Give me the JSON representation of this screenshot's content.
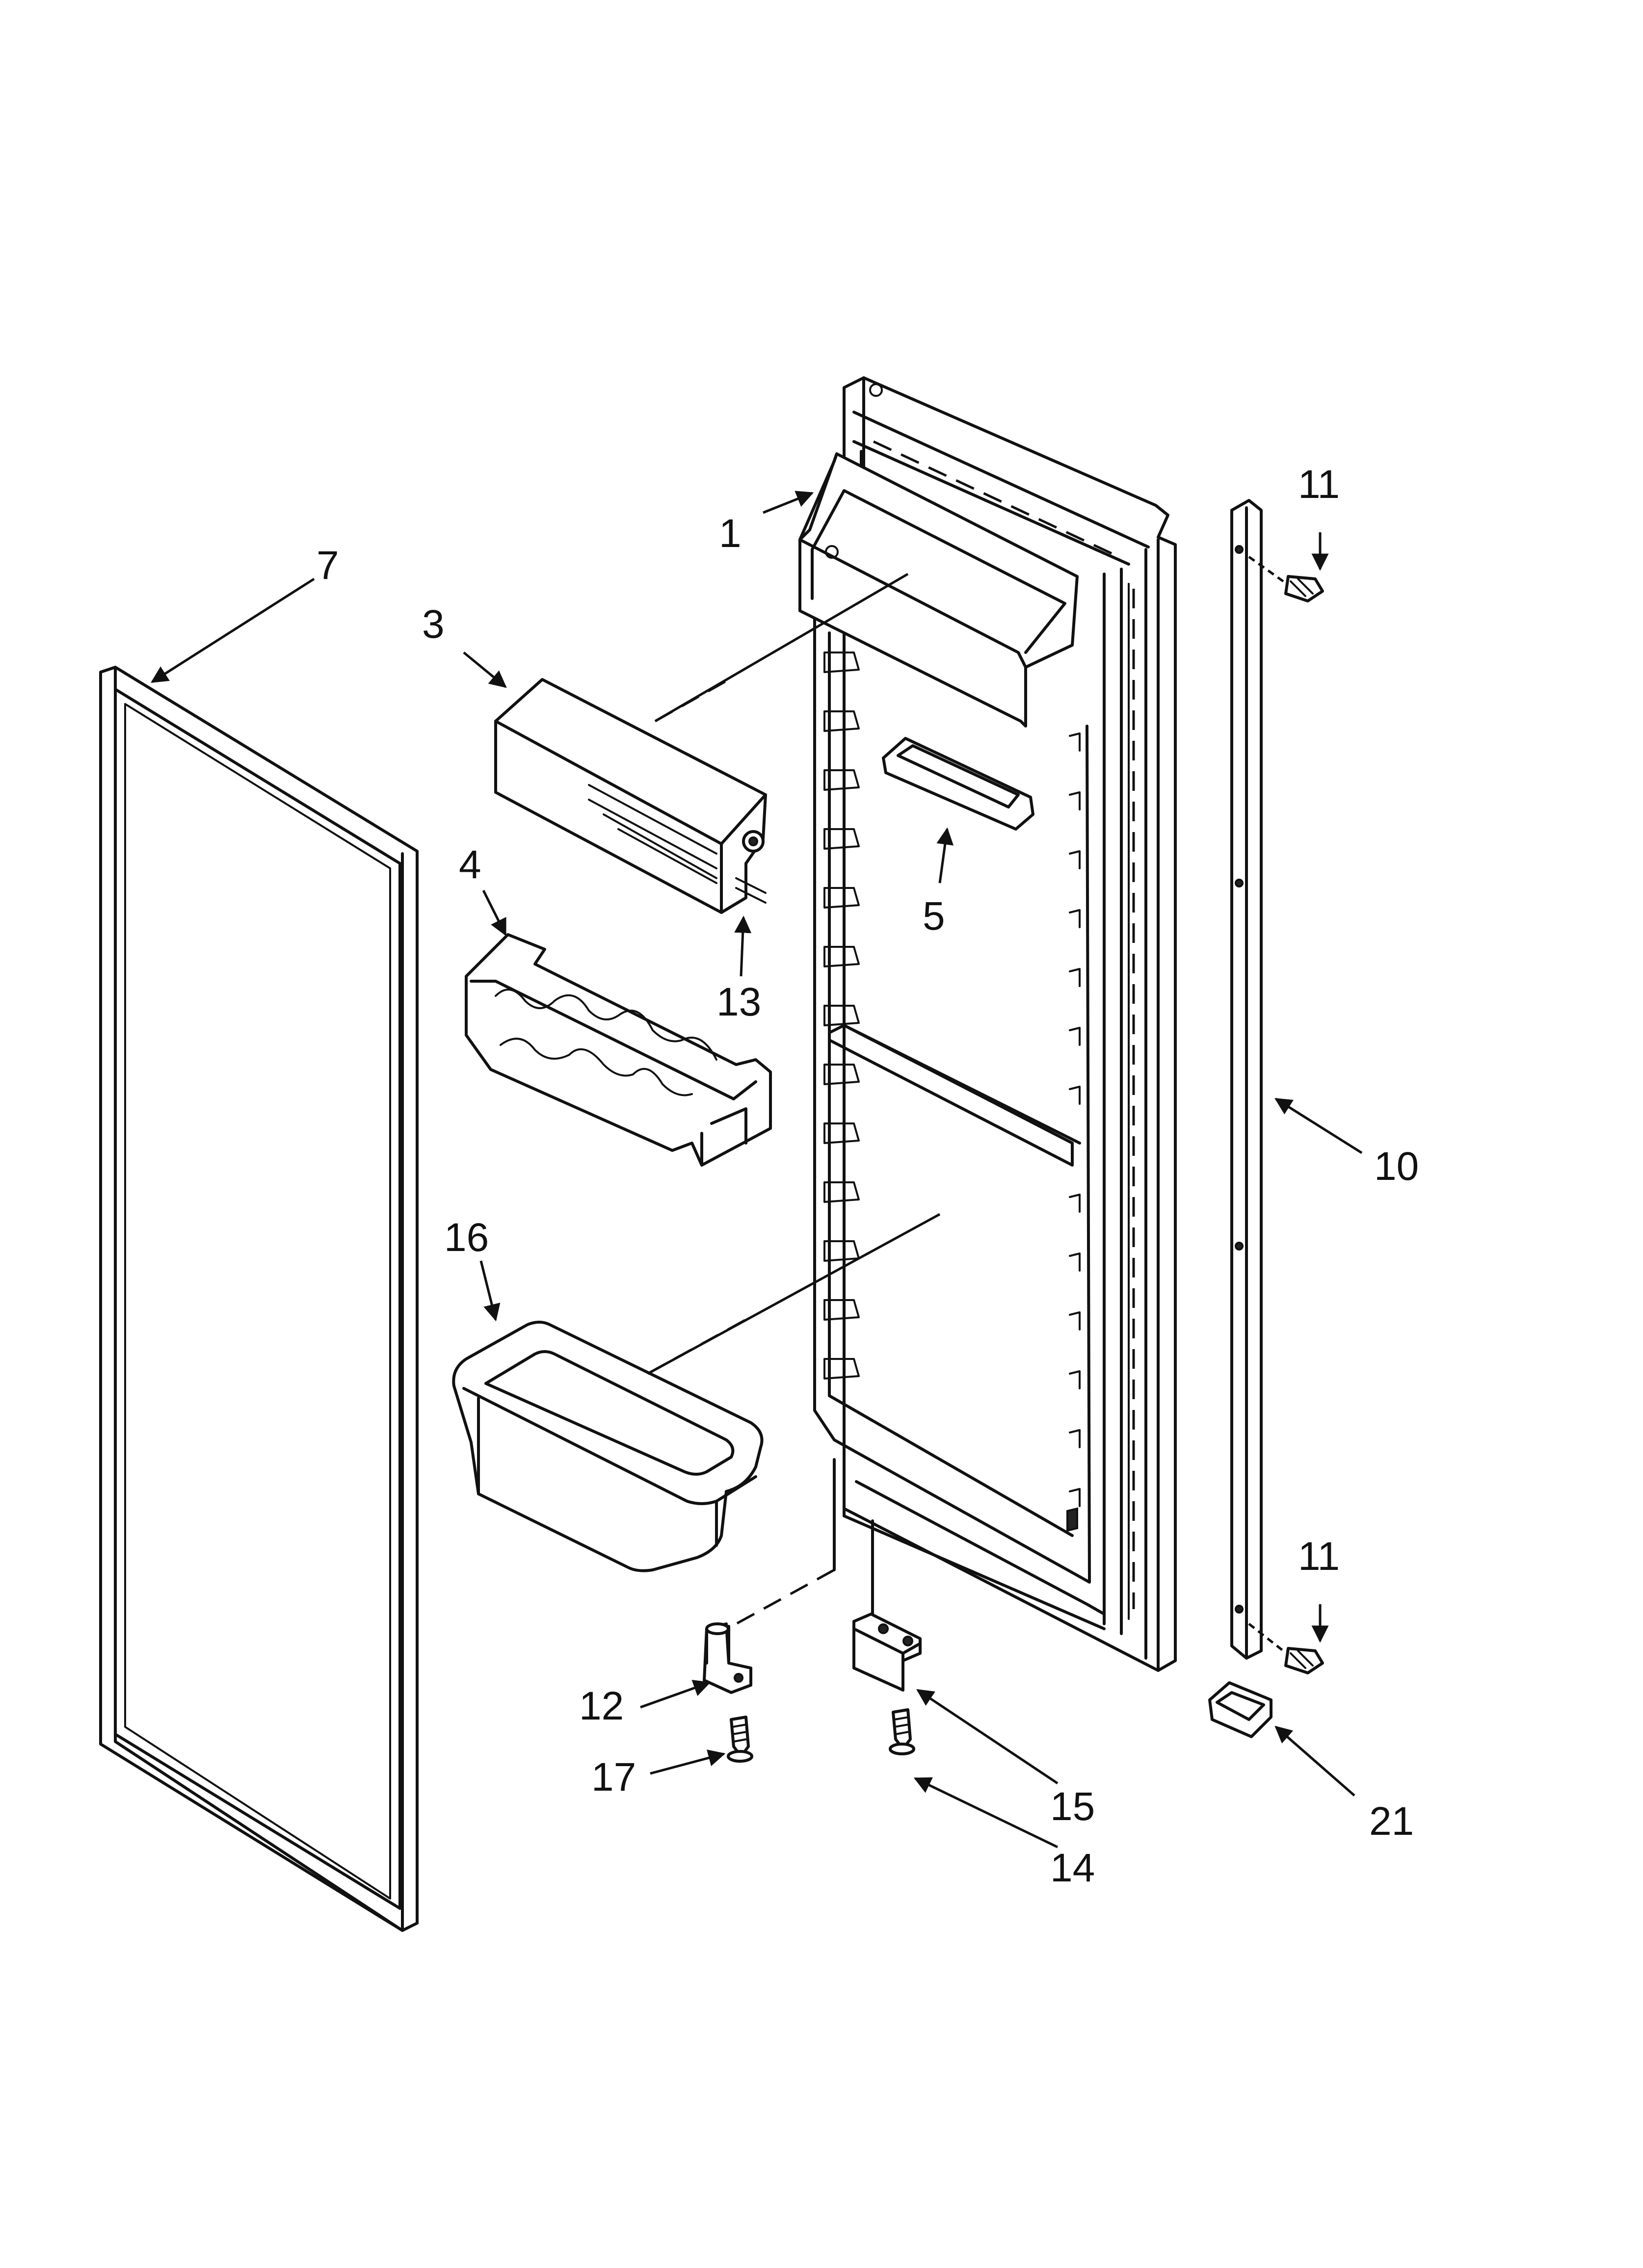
{
  "diagram": {
    "callouts": [
      {
        "id": "1",
        "text": "1"
      },
      {
        "id": "3",
        "text": "3"
      },
      {
        "id": "4",
        "text": "4"
      },
      {
        "id": "5",
        "text": "5"
      },
      {
        "id": "7",
        "text": "7"
      },
      {
        "id": "10",
        "text": "10"
      },
      {
        "id": "11a",
        "text": "11"
      },
      {
        "id": "11b",
        "text": "11"
      },
      {
        "id": "12",
        "text": "12"
      },
      {
        "id": "13",
        "text": "13"
      },
      {
        "id": "14",
        "text": "14"
      },
      {
        "id": "15",
        "text": "15"
      },
      {
        "id": "16",
        "text": "16"
      },
      {
        "id": "17",
        "text": "17"
      },
      {
        "id": "21",
        "text": "21"
      }
    ]
  }
}
